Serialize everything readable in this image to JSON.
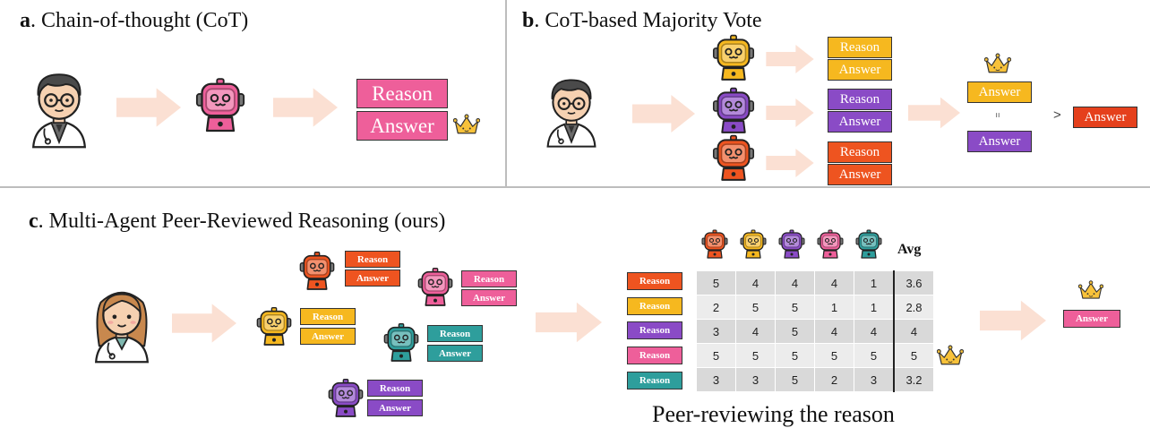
{
  "panel_a": {
    "label": "a",
    "title": ". Chain-of-thought (CoT)",
    "reason": "Reason",
    "answer": "Answer"
  },
  "panel_b": {
    "label": "b",
    "title": ". CoT-based Majority Vote",
    "reason": "Reason",
    "answer": "Answer",
    "equal_sign": "=",
    "greater_sign": ">"
  },
  "panel_c": {
    "label": "c",
    "title": ". Multi-Agent Peer-Reviewed Reasoning (ours)",
    "reason": "Reason",
    "answer": "Answer",
    "avg_header": "Avg",
    "caption": "Peer-reviewing the reason",
    "table": {
      "rows": [
        [
          "5",
          "4",
          "4",
          "4",
          "1",
          "3.6"
        ],
        [
          "2",
          "5",
          "5",
          "1",
          "1",
          "2.8"
        ],
        [
          "3",
          "4",
          "5",
          "4",
          "4",
          "4"
        ],
        [
          "5",
          "5",
          "5",
          "5",
          "5",
          "5"
        ],
        [
          "3",
          "3",
          "5",
          "2",
          "3",
          "3.2"
        ]
      ]
    }
  },
  "colors": {
    "pink": "#ee5f9a",
    "yellow": "#f6b81f",
    "purple": "#8a4bc6",
    "orange": "#ee5420",
    "teal": "#2e9e9c",
    "arrow": "#fbe0d3"
  },
  "icons": {
    "doctor_male": "doctor-male-icon",
    "doctor_female": "doctor-female-icon",
    "robot": "robot-icon",
    "crown": "crown-icon",
    "arrow": "arrow-right-icon"
  }
}
